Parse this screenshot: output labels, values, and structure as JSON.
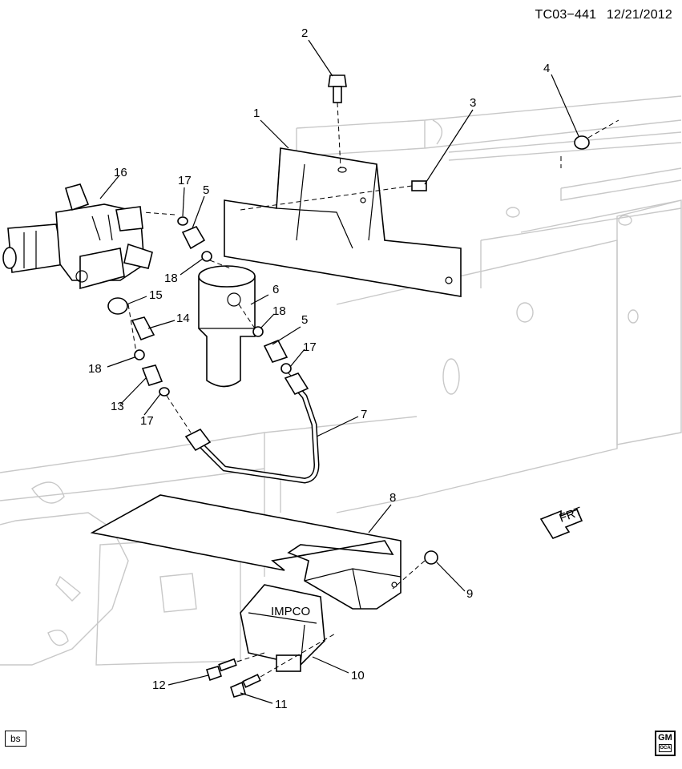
{
  "header": {
    "diagram_id": "TC03−441",
    "date": "12/21/2012"
  },
  "callouts": [
    "1",
    "2",
    "3",
    "4",
    "5",
    "5",
    "6",
    "7",
    "8",
    "9",
    "10",
    "11",
    "12",
    "13",
    "14",
    "15",
    "16",
    "17",
    "17",
    "17",
    "18",
    "18",
    "18"
  ],
  "module_label": {
    "brand": "IMPCO"
  },
  "front_indicator": "FRT",
  "corner_tag": "bs",
  "logo": {
    "text": "GM",
    "sub": "OCA"
  }
}
